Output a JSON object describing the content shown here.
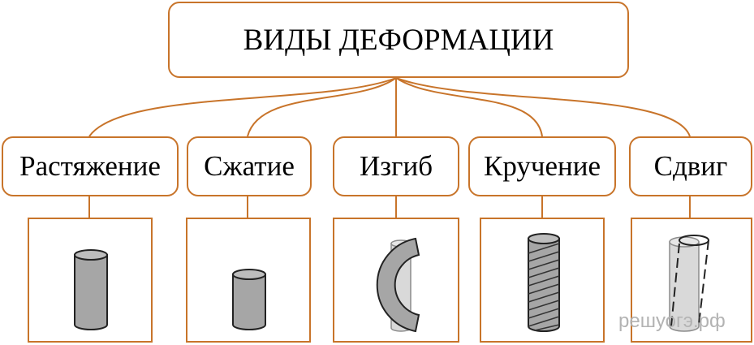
{
  "title": "ВИДЫ ДЕФОРМАЦИИ",
  "categories": [
    {
      "label": "Растяжение",
      "icon": "stretched-cylinder-icon"
    },
    {
      "label": "Сжатие",
      "icon": "compressed-cylinder-icon"
    },
    {
      "label": "Изгиб",
      "icon": "bent-cylinder-icon"
    },
    {
      "label": "Кручение",
      "icon": "twisted-cylinder-icon"
    },
    {
      "label": "Сдвиг",
      "icon": "sheared-cylinder-icon"
    }
  ],
  "watermark": "решуогэ.рф",
  "colors": {
    "border": "#c8742a",
    "cylinder_fill": "#a6a6a6",
    "cylinder_light": "#d9d9d9"
  }
}
